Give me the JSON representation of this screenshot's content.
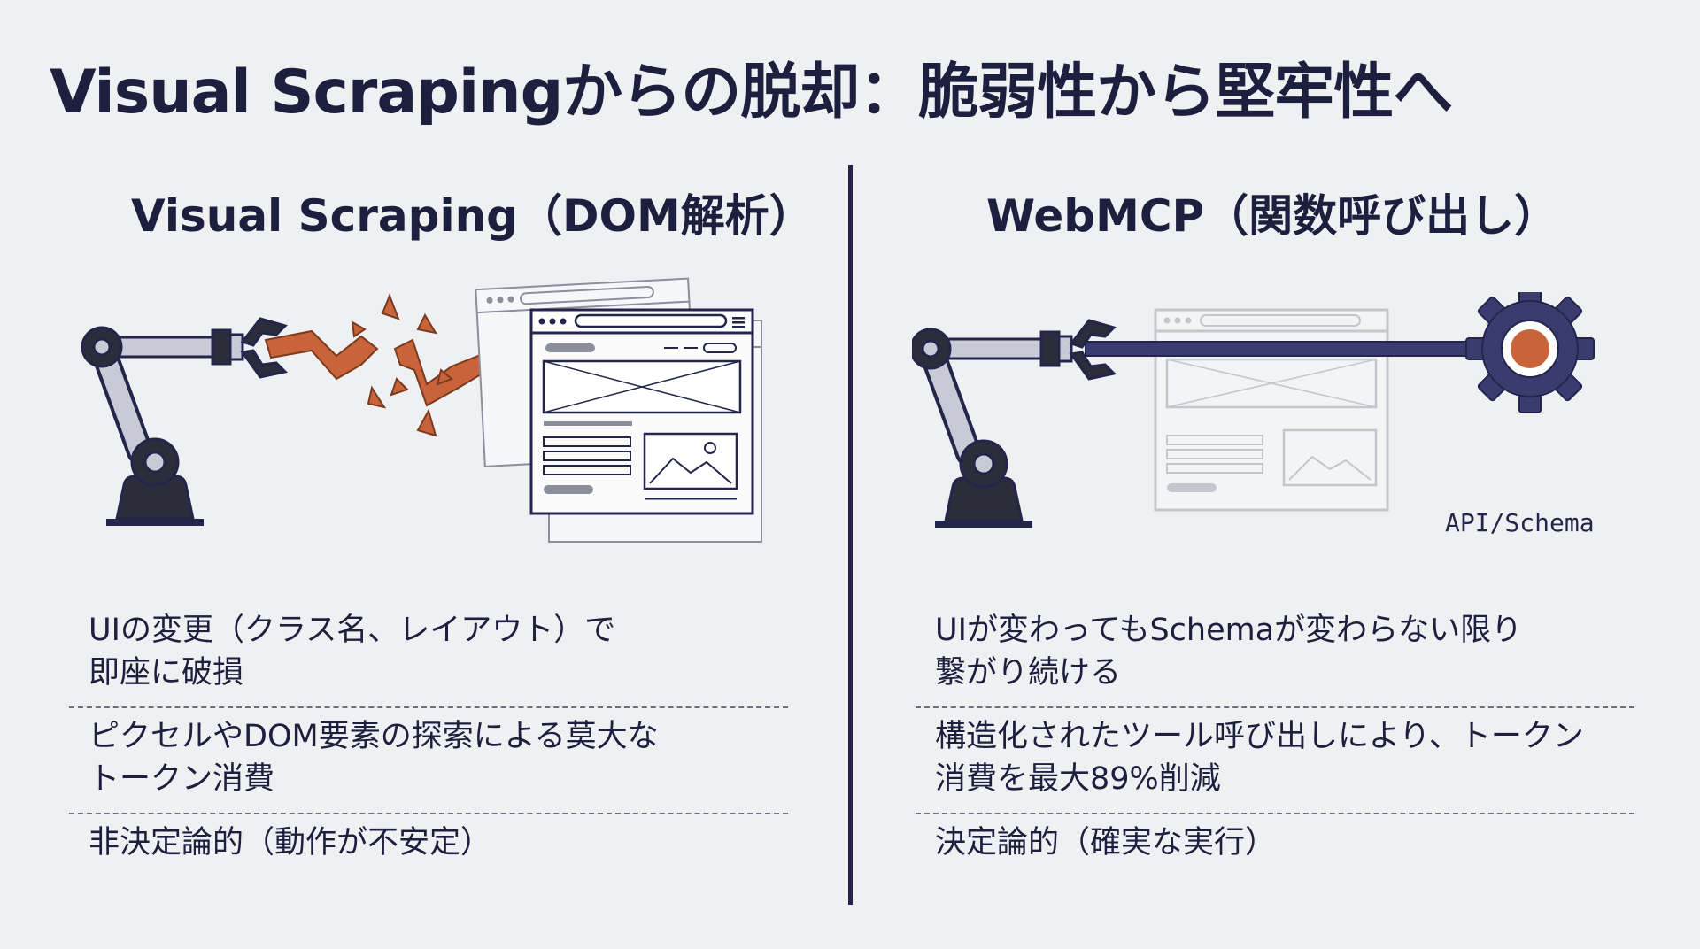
{
  "title": "Visual Scrapingからの脱却：脆弱性から堅牢性へ",
  "left": {
    "heading": "Visual Scraping（DOM解析）",
    "items": [
      {
        "line1": "UIの変更（クラス名、レイアウト）で",
        "line2": "即座に破損"
      },
      {
        "line1": "ピクセルやDOM要素の探索による莫大な",
        "line2": "トークン消費"
      },
      {
        "line1": "非決定論的（動作が不安定）",
        "line2": ""
      }
    ]
  },
  "right": {
    "heading": "WebMCP（関数呼び出し）",
    "items": [
      {
        "line1": "UIが変わってもSchemaが変わらない限り",
        "line2": "繋がり続ける"
      },
      {
        "line1": "構造化されたツール呼び出しにより、トークン",
        "line2": "消費を最大89%削減"
      },
      {
        "line1": "決定論的（確実な実行）",
        "line2": ""
      }
    ],
    "api_label": "API/Schema"
  },
  "icons": {
    "left_robot": "robot-arm-icon",
    "broken_link": "broken-lightning-icon",
    "browser_stack": "browser-window-stack-icon",
    "right_robot": "robot-arm-icon",
    "faded_browser": "faded-browser-window-icon",
    "gear": "gear-icon"
  },
  "colors": {
    "background": "#eef0f2",
    "navy": "#23264a",
    "accent": "#c9643a",
    "arm_gray": "#c8cad6"
  }
}
